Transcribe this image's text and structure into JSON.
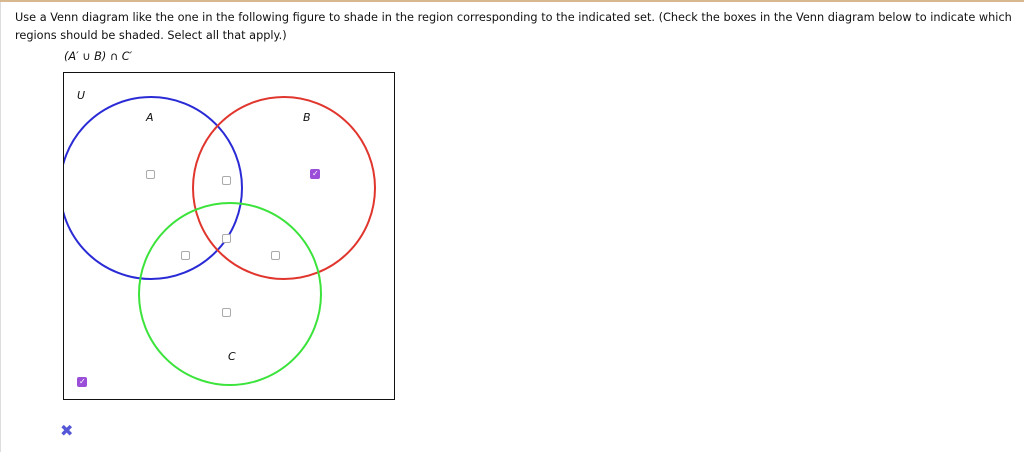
{
  "question": {
    "text": "Use a Venn diagram like the one in the following figure to shade in the region corresponding to the indicated set. (Check the boxes in the Venn diagram below to indicate which regions should be shaded. Select all that apply.)",
    "expression": "(A′ ∪ B) ∩ C′"
  },
  "venn": {
    "universe_label": "U",
    "sets": [
      {
        "name": "A",
        "color": "#2b2bd6"
      },
      {
        "name": "B",
        "color": "#e0362e"
      },
      {
        "name": "C",
        "color": "#3be33b"
      }
    ],
    "regions": [
      {
        "id": "A-only",
        "checked": false
      },
      {
        "id": "A-and-B-only",
        "checked": false
      },
      {
        "id": "B-only",
        "checked": true
      },
      {
        "id": "A-and-C-only",
        "checked": false
      },
      {
        "id": "A-and-B-and-C",
        "checked": false
      },
      {
        "id": "B-and-C-only",
        "checked": false
      },
      {
        "id": "C-only",
        "checked": false
      },
      {
        "id": "outside-all",
        "checked": true
      }
    ]
  },
  "feedback": {
    "status": "incorrect",
    "icon": "x-icon",
    "symbol": "✖",
    "color": "#5557d6"
  },
  "colors": {
    "checkbox_checked": "#9b4fd8",
    "header_bar": "#d8b88f"
  }
}
